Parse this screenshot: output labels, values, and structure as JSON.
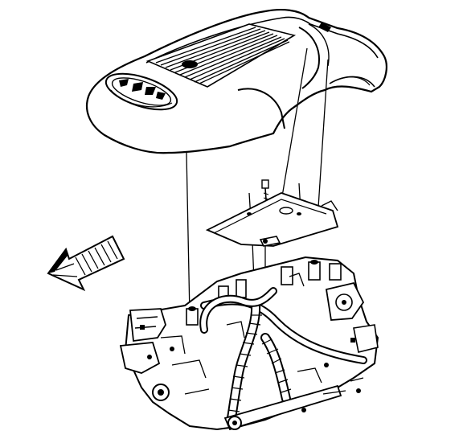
{
  "figure": {
    "background": "#ffffff",
    "line_color": "#000000",
    "parts": [
      {
        "id": "engine-cover",
        "icon": "engine-cover"
      },
      {
        "id": "engine-cover-logo",
        "icon": "logo-emblem"
      },
      {
        "id": "bracket-plate",
        "icon": "mounting-bracket"
      },
      {
        "id": "bolt",
        "icon": "bolt"
      },
      {
        "id": "engine-assembly",
        "icon": "engine-intake-manifold"
      },
      {
        "id": "front-direction-arrow",
        "icon": "direction-arrow"
      }
    ]
  }
}
